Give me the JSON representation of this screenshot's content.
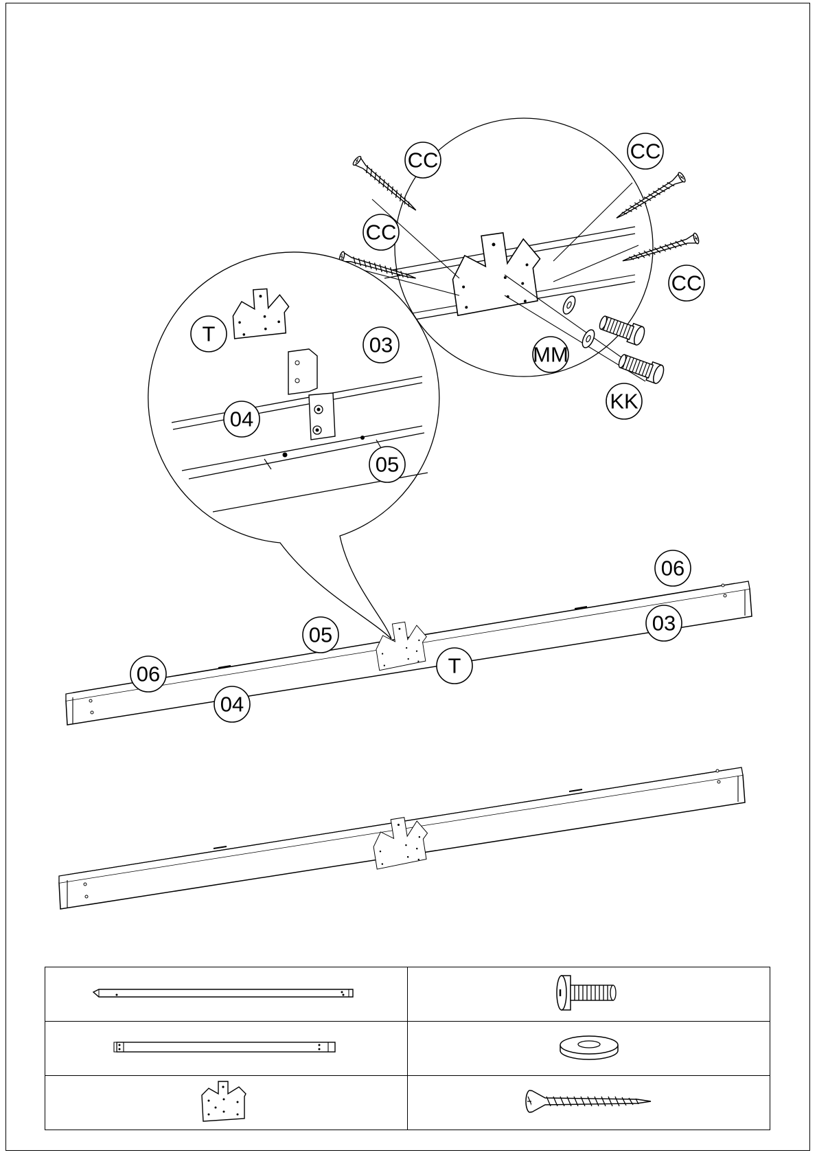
{
  "labels": {
    "cc": "CC",
    "mm": "MM",
    "kk": "KK",
    "t": "T",
    "p03": "03",
    "p04": "04",
    "p05": "05",
    "p06": "06"
  },
  "icons": {
    "screw": "screw-icon",
    "bolt": "bolt-icon",
    "washer": "washer-icon",
    "bracket": "bracket-icon",
    "beam": "beam-icon"
  },
  "colors": {
    "line": "#000000",
    "background": "#ffffff"
  }
}
